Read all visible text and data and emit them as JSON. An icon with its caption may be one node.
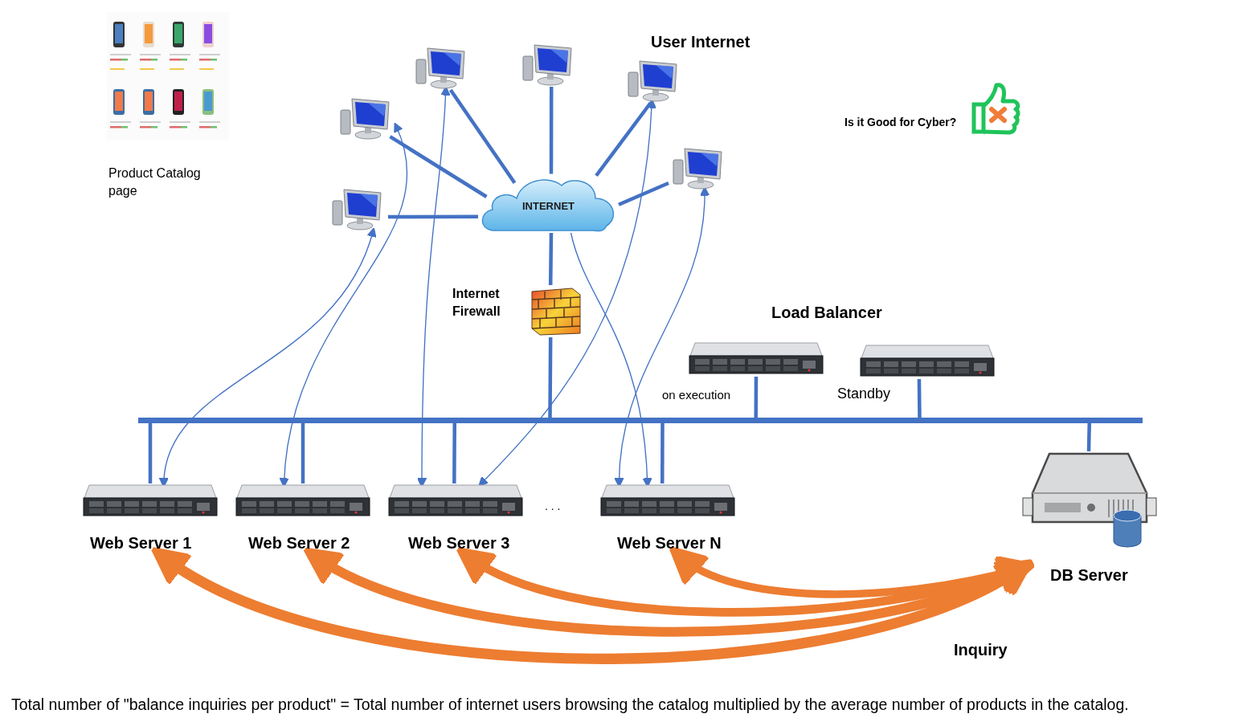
{
  "diagram": {
    "caption": "Total number of \"balance inquiries per product\" = Total number of internet users browsing the catalog multiplied by the average number of products in the catalog.",
    "nodes": [
      {
        "text": [],
        "shape": "picture",
        "beside": [
          "Product Catalog page"
        ]
      },
      {
        "text": [],
        "shape": "picture"
      },
      {
        "text": [],
        "shape": "picture"
      },
      {
        "text": [],
        "shape": "picture"
      },
      {
        "text": [],
        "shape": "picture"
      },
      {
        "text": [],
        "shape": "picture"
      },
      {
        "text": [],
        "shape": "picture"
      },
      {
        "text": [
          "INTERNET"
        ]
      },
      {
        "text": [],
        "shape": "picture",
        "beside": [
          "Internet Firewall"
        ]
      },
      {
        "text": [],
        "shape": "bar"
      },
      {
        "text": [],
        "shape": "picture",
        "beside": [
          "on execution"
        ]
      },
      {
        "text": [],
        "shape": "picture",
        "beside": [
          "Standby"
        ]
      },
      {
        "text": [],
        "shape": "picture",
        "beside": [
          "Web Server 1"
        ]
      },
      {
        "text": [],
        "shape": "picture",
        "beside": [
          "Web Server 2"
        ]
      },
      {
        "text": [],
        "shape": "picture",
        "beside": [
          "Web Server 3"
        ]
      },
      {
        "text": [],
        "shape": "picture",
        "beside": [
          "Web Server N"
        ]
      },
      {
        "text": [],
        "shape": "picture",
        "beside": [
          "DB Server"
        ]
      }
    ],
    "edges": [
      {
        "from": 1,
        "to": 7,
        "arrow": "none"
      },
      {
        "from": 2,
        "to": 7,
        "arrow": "none"
      },
      {
        "from": 3,
        "to": 7,
        "arrow": "none"
      },
      {
        "from": 4,
        "to": 7,
        "arrow": "none"
      },
      {
        "from": 5,
        "to": 7,
        "arrow": "none"
      },
      {
        "from": 6,
        "to": 7,
        "arrow": "none"
      },
      {
        "from": 7,
        "to": 8,
        "arrow": "none"
      },
      {
        "from": 8,
        "to": 9,
        "arrow": "none"
      },
      {
        "from": 9,
        "to": 12,
        "arrow": "none"
      },
      {
        "from": 9,
        "to": 13,
        "arrow": "none"
      },
      {
        "from": 9,
        "to": 14,
        "arrow": "none"
      },
      {
        "from": 9,
        "to": 15,
        "arrow": "none"
      },
      {
        "from": 9,
        "to": 10,
        "arrow": "none"
      },
      {
        "from": 9,
        "to": 11,
        "arrow": "none"
      },
      {
        "from": 9,
        "to": 16,
        "arrow": "none"
      },
      {
        "from": 12,
        "to": 6,
        "arrow": "both"
      },
      {
        "from": 13,
        "to": 1,
        "arrow": "both"
      },
      {
        "from": 14,
        "to": 2,
        "arrow": "both"
      },
      {
        "from": 14,
        "to": 4,
        "arrow": "both"
      },
      {
        "from": 7,
        "to": 15,
        "arrow": "to"
      },
      {
        "from": 15,
        "to": 5,
        "arrow": "both"
      },
      {
        "from": 16,
        "to": 12,
        "arrow": "both",
        "style": "thick",
        "color": "#ed7d31"
      },
      {
        "from": 16,
        "to": 13,
        "arrow": "both",
        "style": "thick",
        "color": "#ed7d31"
      },
      {
        "from": 16,
        "to": 14,
        "arrow": "both",
        "style": "thick",
        "color": "#ed7d31"
      },
      {
        "from": 16,
        "to": 15,
        "arrow": "both",
        "style": "thick",
        "color": "#ed7d31"
      }
    ],
    "labels": [
      "User Internet",
      "Is it Good for Cyber?",
      "Load Balancer",
      ". . .",
      "Inquiry"
    ]
  }
}
